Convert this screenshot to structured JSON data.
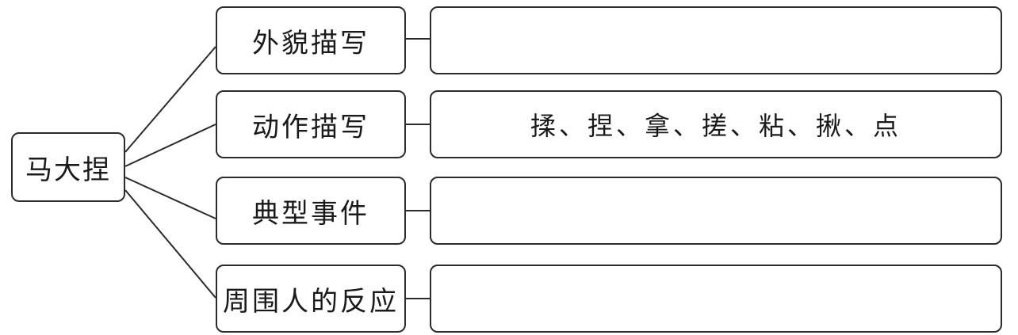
{
  "root": {
    "label": "马大捏"
  },
  "branches": [
    {
      "category": "外貌描写",
      "answer": ""
    },
    {
      "category": "动作描写",
      "answer": "揉、捏、拿、搓、粘、揪、点"
    },
    {
      "category": "典型事件",
      "answer": ""
    },
    {
      "category": "周围人的反应",
      "answer": ""
    }
  ]
}
